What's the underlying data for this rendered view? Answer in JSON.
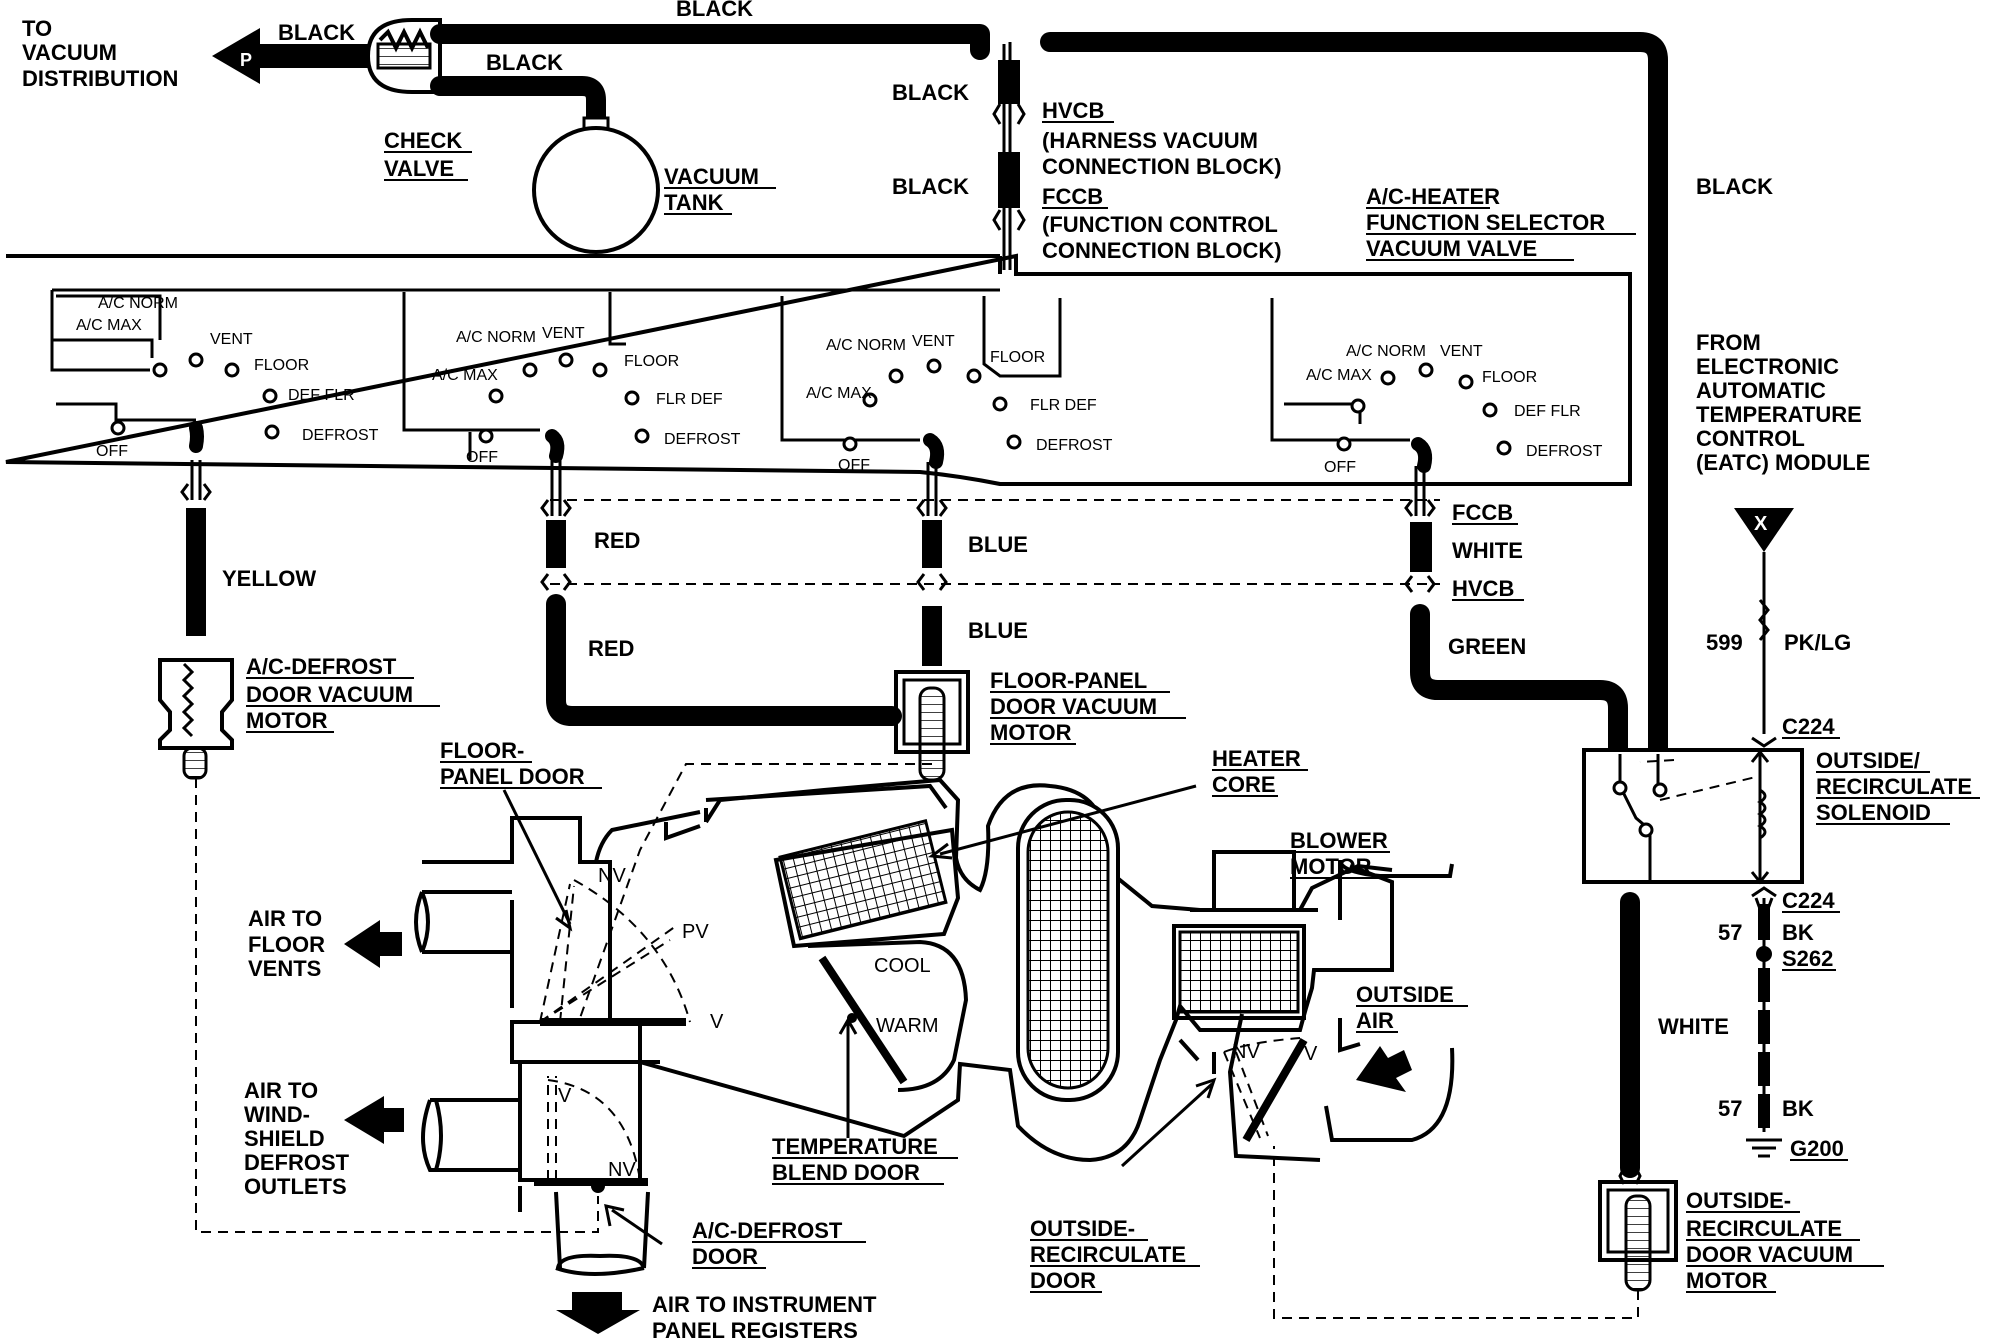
{
  "labels": {
    "to_vacuum_1": "TO",
    "to_vacuum_2": "VACUUM",
    "to_vacuum_3": "DISTRIBUTION",
    "p_marker": "P",
    "black_top_left": "BLACK",
    "black_top": "BLACK",
    "black_tank": "BLACK",
    "check_valve_1": "CHECK",
    "check_valve_2": "VALVE",
    "vacuum_tank_1": "VACUUM",
    "vacuum_tank_2": "TANK",
    "black_hvcb": "BLACK",
    "black_fccb": "BLACK",
    "black_right": "BLACK",
    "hvcb_top": "HVCB",
    "hvcb_top_desc_1": "(HARNESS VACUUM",
    "hvcb_top_desc_2": "CONNECTION BLOCK)",
    "fccb_top": "FCCB",
    "fccb_top_desc_1": "(FUNCTION CONTROL",
    "fccb_top_desc_2": "CONNECTION BLOCK)",
    "selector_1": "A/C-HEATER",
    "selector_2": "FUNCTION SELECTOR",
    "selector_3": "VACUUM VALVE",
    "eatc_1": "FROM",
    "eatc_2": "ELECTRONIC",
    "eatc_3": "AUTOMATIC",
    "eatc_4": "TEMPERATURE",
    "eatc_5": "CONTROL",
    "eatc_6": "(EATC) MODULE",
    "x_marker": "X",
    "yellow": "YELLOW",
    "red_upper": "RED",
    "red_lower": "RED",
    "blue_upper": "BLUE",
    "blue_lower": "BLUE",
    "fccb_lower": "FCCB",
    "white_upper": "WHITE",
    "hvcb_lower": "HVCB",
    "green": "GREEN",
    "wire_599": "599",
    "wire_pklg": "PK/LG",
    "c224_top": "C224",
    "solenoid_1": "OUTSIDE/",
    "solenoid_2": "RECIRCULATE",
    "solenoid_3": "SOLENOID",
    "c224_bottom": "C224",
    "wire_57_a": "57",
    "bk_a": "BK",
    "s262": "S262",
    "white_lower": "WHITE",
    "wire_57_b": "57",
    "bk_b": "BK",
    "g200": "G200",
    "ac_defrost_motor_1": "A/C-DEFROST",
    "ac_defrost_motor_2": "DOOR VACUUM",
    "ac_defrost_motor_3": "MOTOR",
    "floor_panel_motor_1": "FLOOR-PANEL",
    "floor_panel_motor_2": "DOOR VACUUM",
    "floor_panel_motor_3": "MOTOR",
    "heater_core_1": "HEATER",
    "heater_core_2": "CORE",
    "floor_panel_door_1": "FLOOR-",
    "floor_panel_door_2": "PANEL DOOR",
    "blower_motor_1": "BLOWER",
    "blower_motor_2": "MOTOR",
    "air_floor_1": "AIR TO",
    "air_floor_2": "FLOOR",
    "air_floor_3": "VENTS",
    "nv_floor": "NV",
    "pv_floor": "PV",
    "v_floor": "V",
    "cool": "COOL",
    "warm": "WARM",
    "outside_air_1": "OUTSIDE",
    "outside_air_2": "AIR",
    "nv_recirc": "NV",
    "v_recirc": "V",
    "air_windshield_1": "AIR TO",
    "air_windshield_2": "WIND-",
    "air_windshield_3": "SHIELD",
    "air_windshield_4": "DEFROST",
    "air_windshield_5": "OUTLETS",
    "v_defrost": "V",
    "nv_defrost": "NV",
    "temp_blend_1": "TEMPERATURE",
    "temp_blend_2": "BLEND DOOR",
    "ac_defrost_door_1": "A/C-DEFROST",
    "ac_defrost_door_2": "DOOR",
    "recirc_door_1": "OUTSIDE-",
    "recirc_door_2": "RECIRCULATE",
    "recirc_door_3": "DOOR",
    "recirc_motor_1": "OUTSIDE-",
    "recirc_motor_2": "RECIRCULATE",
    "recirc_motor_3": "DOOR VACUUM",
    "recirc_motor_4": "MOTOR",
    "panel_registers_1": "AIR TO INSTRUMENT",
    "panel_registers_2": "PANEL REGISTERS"
  },
  "selector_sections": [
    {
      "ac_norm": "A/C NORM",
      "ac_max": "A/C MAX",
      "vent": "VENT",
      "floor": "FLOOR",
      "mix": "DEF FLR",
      "defrost": "DEFROST",
      "off": "OFF"
    },
    {
      "ac_norm": "A/C NORM",
      "ac_max": "A/C MAX",
      "vent": "VENT",
      "floor": "FLOOR",
      "mix": "FLR DEF",
      "defrost": "DEFROST",
      "off": "OFF"
    },
    {
      "ac_norm": "A/C NORM",
      "ac_max": "A/C MAX",
      "vent": "VENT",
      "floor": "FLOOR",
      "mix": "FLR DEF",
      "defrost": "DEFROST",
      "off": "OFF"
    },
    {
      "ac_norm": "A/C NORM",
      "ac_max": "A/C MAX",
      "vent": "VENT",
      "floor": "FLOOR",
      "mix": "DEF FLR",
      "defrost": "DEFROST",
      "off": "OFF"
    }
  ]
}
